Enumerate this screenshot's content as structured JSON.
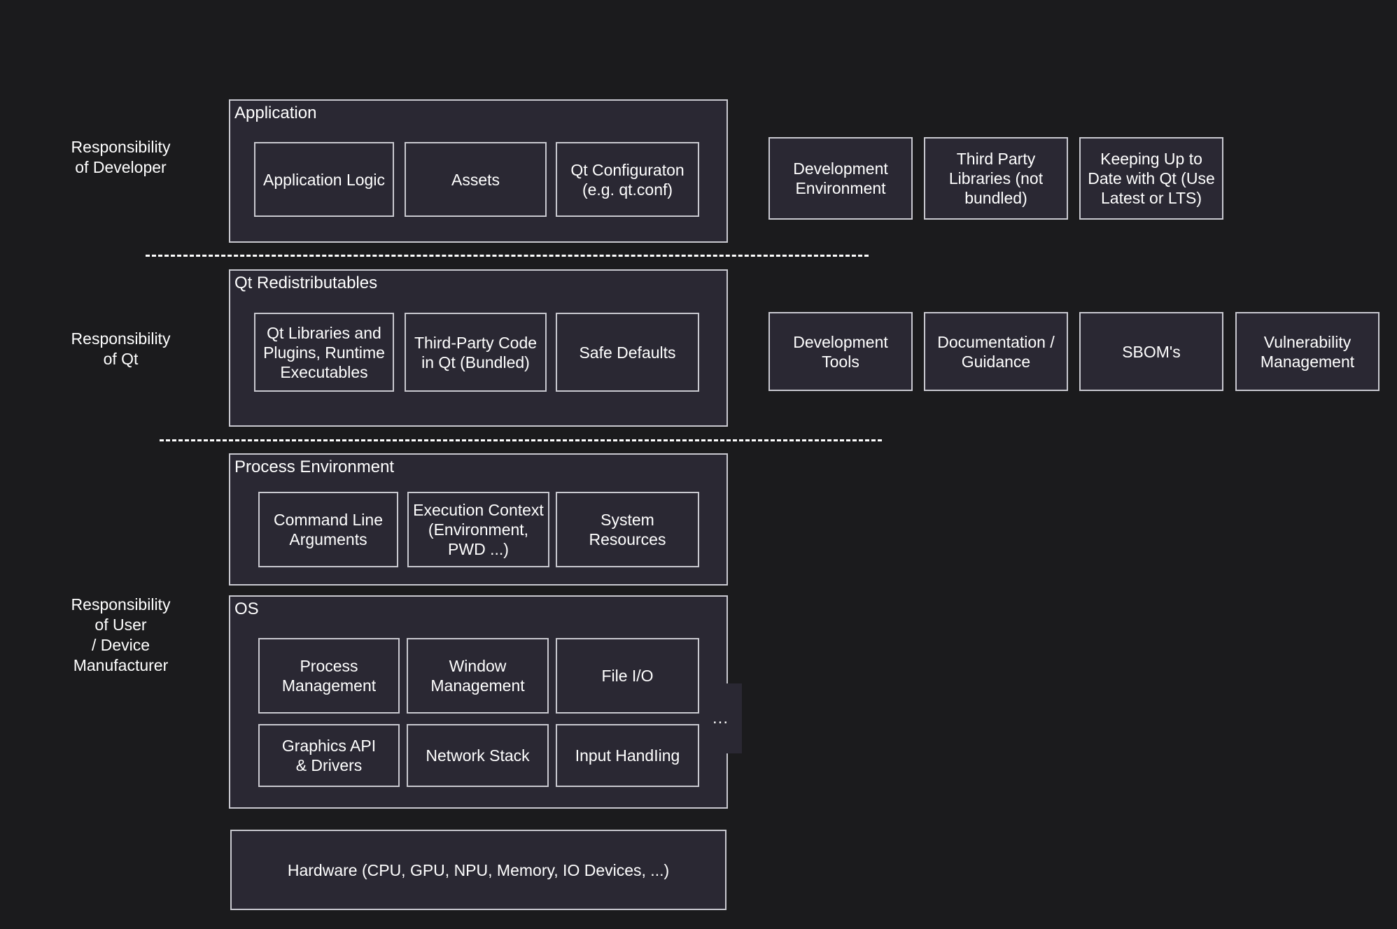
{
  "diagram": {
    "title": "Qt Application Stack Responsibility Diagram",
    "colors": {
      "background": "#1b1b1d",
      "box_fill": "#2a2833",
      "box_border": "#c9c9d0",
      "text": "#ffffff",
      "divider": "#ffffff"
    }
  },
  "side_labels": [
    {
      "id": "developer",
      "text": "Responsibility\nof Developer"
    },
    {
      "id": "qt",
      "text": "Responsibility\nof Qt"
    },
    {
      "id": "user",
      "text": "Responsibility\nof User\n/ Device\nManufacturer"
    }
  ],
  "groups": [
    {
      "id": "application",
      "title": "Application",
      "items": [
        {
          "id": "application-logic",
          "label": "Application Logic"
        },
        {
          "id": "assets",
          "label": "Assets"
        },
        {
          "id": "qt-configuration",
          "label": "Qt Configuraton\n(e.g. qt.conf)"
        }
      ]
    },
    {
      "id": "qt-redistributables",
      "title": "Qt Redistributables",
      "items": [
        {
          "id": "qt-libraries-plugins",
          "label": "Qt Libraries and\nPlugins, Runtime\nExecutables"
        },
        {
          "id": "third-party-code-in-qt",
          "label": "Third-Party Code\nin Qt (Bundled)"
        },
        {
          "id": "safe-defaults",
          "label": "Safe Defaults"
        }
      ]
    },
    {
      "id": "process-environment",
      "title": "Process Environment",
      "items": [
        {
          "id": "command-line-arguments",
          "label": "Command Line\nArguments"
        },
        {
          "id": "execution-context",
          "label": "Execution Context\n(Environment,\nPWD ...)"
        },
        {
          "id": "system-resources",
          "label": "System\nResources"
        }
      ]
    },
    {
      "id": "os",
      "title": "OS",
      "items": [
        {
          "id": "process-management",
          "label": "Process\nManagement"
        },
        {
          "id": "window-management",
          "label": "Window\nManagement"
        },
        {
          "id": "file-io",
          "label": "File I/O"
        },
        {
          "id": "graphics-api-drivers",
          "label": "Graphics API\n& Drivers"
        },
        {
          "id": "network-stack",
          "label": "Network Stack"
        },
        {
          "id": "input-handling",
          "label": "Input HandIing"
        },
        {
          "id": "os-ellipsis",
          "label": "..."
        }
      ]
    }
  ],
  "standalone_boxes": {
    "developer_row": [
      {
        "id": "development-environment",
        "label": "Development\nEnvironment"
      },
      {
        "id": "third-party-libraries",
        "label": "Third Party\nLibraries (not\nbundled)"
      },
      {
        "id": "keeping-up-to-date",
        "label": "Keeping Up to\nDate with Qt (Use\nLatest or LTS)"
      }
    ],
    "qt_row": [
      {
        "id": "development-tools",
        "label": "Development\nTools"
      },
      {
        "id": "documentation-guidance",
        "label": "Documentation /\nGuidance"
      },
      {
        "id": "sboms",
        "label": "SBOM's"
      },
      {
        "id": "vulnerability-management",
        "label": "Vulnerability\nManagement"
      }
    ],
    "hardware": {
      "id": "hardware",
      "label": "Hardware (CPU, GPU, NPU, Memory, IO Devices, ...)"
    }
  }
}
